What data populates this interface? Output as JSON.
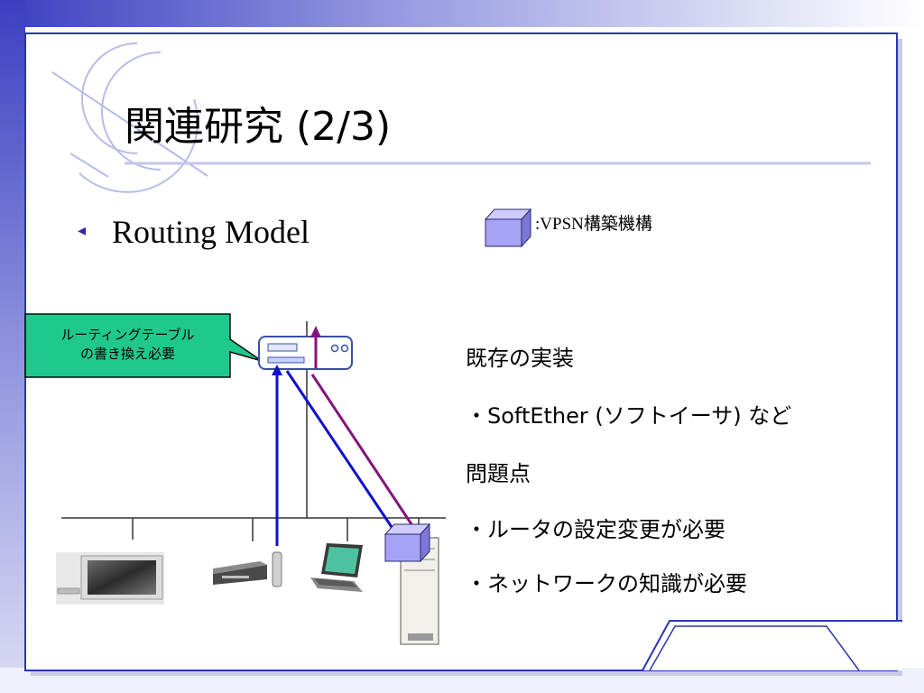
{
  "slide": {
    "title": "関連研究 (2/3)",
    "bullet": "Routing Model"
  },
  "legend": {
    "label": ":VPSN構築機構"
  },
  "callout": {
    "text": "ルーティングテーブル\nの書き換え必要"
  },
  "notes": {
    "heading_existing": "既存の実装",
    "item_softether": "・SoftEther (ソフトイーサ) など",
    "heading_problems": "問題点",
    "item_router": "・ルータの設定変更が必要",
    "item_network": "・ネットワークの知識が必要"
  },
  "colors": {
    "frame": "#2b35b4",
    "vpsn_box": "#9b97f4",
    "callout_fill": "#1fc98c",
    "line_blue": "#1010d0",
    "line_purple": "#84127e",
    "bullet": "#2a2aa8"
  },
  "icons": [
    "router-icon",
    "tv-icon",
    "video-recorder-icon",
    "laptop-icon",
    "server-tower-icon",
    "vpsn-cube-icon"
  ]
}
